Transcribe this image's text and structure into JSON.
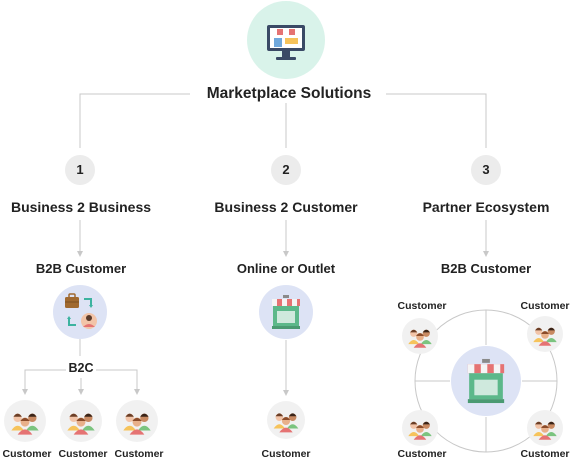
{
  "title": "Marketplace Solutions",
  "columns": [
    {
      "number": "1",
      "title": "Business 2 Business",
      "subtitle": "B2B Customer"
    },
    {
      "number": "2",
      "title": "Business 2 Customer",
      "subtitle": "Online or Outlet"
    },
    {
      "number": "3",
      "title": "Partner Ecosystem",
      "subtitle": "B2B Customer"
    }
  ],
  "b2c_label": "B2C",
  "customer_label": "Customer",
  "icons": {
    "top": "storefront-monitor-icon",
    "b2b_exchange": "business-exchange-icon",
    "shop": "shop-icon",
    "customer": "customer-group-icon"
  },
  "colors": {
    "top_circle": "#d9f3ea",
    "icon_circle": "#dde3f5",
    "number_circle": "#ececec",
    "customer_circle": "#f1f1f1",
    "connector": "#c8c8c8"
  }
}
